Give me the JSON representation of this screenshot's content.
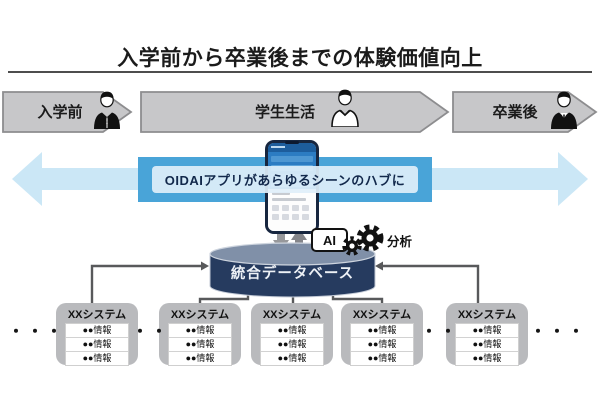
{
  "title": "入学前から卒業後までの体験価値向上",
  "stages": [
    {
      "label": "入学前"
    },
    {
      "label": "学生生活"
    },
    {
      "label": "卒業後"
    }
  ],
  "banner": {
    "label": "OIDAIアプリがあらゆるシーンのハブに"
  },
  "analysis": {
    "ai_badge": "AI",
    "label": "分析"
  },
  "database": {
    "label": "統合データベース"
  },
  "systems": [
    {
      "title": "XXシステム",
      "rows": [
        "●●情報",
        "●●情報",
        "●●情報"
      ]
    },
    {
      "title": "XXシステム",
      "rows": [
        "●●情報",
        "●●情報",
        "●●情報"
      ]
    },
    {
      "title": "XXシステム",
      "rows": [
        "●●情報",
        "●●情報",
        "●●情報"
      ]
    },
    {
      "title": "XXシステム",
      "rows": [
        "●●情報",
        "●●情報",
        "●●情報"
      ]
    },
    {
      "title": "XXシステム",
      "rows": [
        "●●情報",
        "●●情報",
        "●●情報"
      ]
    }
  ],
  "ellipsis": {
    "left": "・・・",
    "between_1_2": "・・",
    "between_4_5": "・・",
    "right": "・・・"
  },
  "colors": {
    "band_light": "#cbe7f6",
    "band_dark": "#49a4d8",
    "banner_box": "#dfeffa",
    "banner_text": "#12284b",
    "chevron_fill": "#c7c7c9",
    "chevron_border": "#8d8d8f",
    "database_body": "#263b5f",
    "database_top": "#8090a8",
    "system_box": "#b9babd",
    "connector_gray": "#58595b",
    "phone_frame": "#17263f",
    "phone_screen": "#2c7cc2"
  }
}
